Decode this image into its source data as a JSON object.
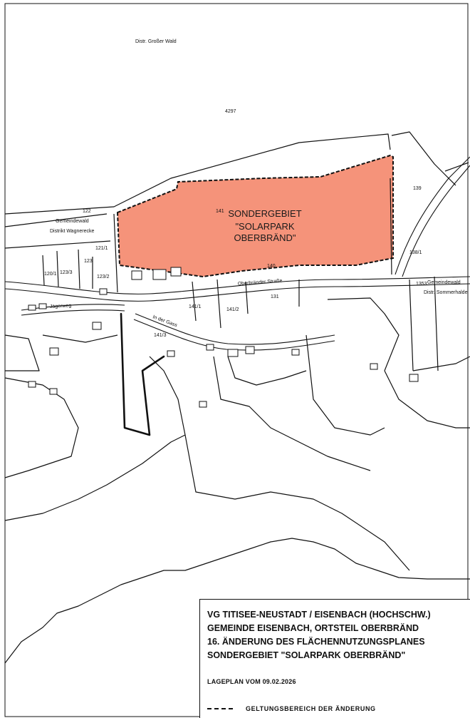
{
  "map": {
    "forest_district": "Distr. Großer Wald",
    "parcel_4297": "4297",
    "parcel_139": "139",
    "parcel_141": "141",
    "parcel_122": "122",
    "label_gemeindewald_left": "Gemeindewald",
    "label_distrikt_wagnerecke": "Distrikt Wagnerecke",
    "parcel_121_1": "121/1",
    "parcel_123": "123",
    "parcel_120_1": "120/1",
    "parcel_123_3": "123/3",
    "parcel_123_2": "123/2",
    "parcel_138_1": "138/1",
    "parcel_140": "140",
    "parcel_131": "131",
    "parcel_141_1": "141/1",
    "parcel_141_2": "141/2",
    "parcel_141_3": "141/3",
    "parcel_135_3": "1353",
    "label_gemeindewald_right": "Gemeindewald",
    "label_distr_sommerhalde": "Distr. Sommerhalde",
    "street_oberbraender": "Oberbränder Straße",
    "street_jaegerweg": "Jägerweg",
    "street_in_der_gass": "In der Gass",
    "zone_label": [
      "SONDERGEBIET",
      "\"SOLARPARK",
      "OBERBRÄND\""
    ],
    "zone_color": "#f5937a"
  },
  "title_block": {
    "lines": [
      "VG TITISEE-NEUSTADT / EISENBACH (HOCHSCHW.)",
      "GEMEINDE EISENBACH, ORTSTEIL OBERBRÄND",
      "16. ÄNDERUNG DES FLÄCHENNUTZUNGSPLANES",
      "SONDERGEBIET \"SOLARPARK OBERBRÄND\""
    ],
    "plan_date": "LAGEPLAN  VOM  09.02.2026",
    "legend_label": "GELTUNGSBEREICH  DER  ÄNDERUNG"
  }
}
